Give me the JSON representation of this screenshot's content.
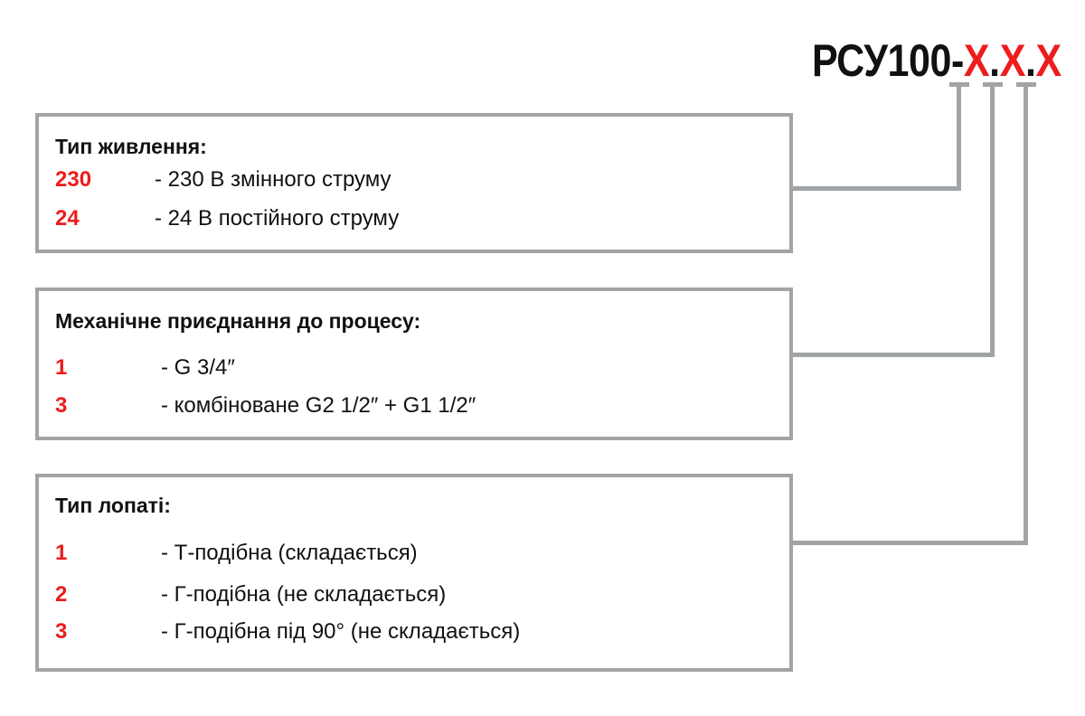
{
  "model": {
    "prefix": "РСУ100-",
    "x1": "X",
    "dot1": ".",
    "x2": "X",
    "dot2": ".",
    "x3": "X"
  },
  "groups": [
    {
      "title": "Тип живлення:",
      "options": [
        {
          "code": "230",
          "desc": "- 230 В змінного струму"
        },
        {
          "code": "24",
          "desc": "- 24 В постійного струму"
        }
      ]
    },
    {
      "title": "Механічне приєднання до процесу:",
      "options": [
        {
          "code": "1",
          "desc": "- G 3/4″"
        },
        {
          "code": "3",
          "desc": "- комбіноване G2 1/2″ + G1 1/2″"
        }
      ]
    },
    {
      "title": "Тип лопаті:",
      "options": [
        {
          "code": "1",
          "desc": "- Т-подібна (складається)"
        },
        {
          "code": "2",
          "desc": "- Г-подібна (не складається)"
        },
        {
          "code": "3",
          "desc": "- Г-подібна під 90° (не складається)"
        }
      ]
    }
  ],
  "colors": {
    "accent": "#ee1c1c",
    "line": "#a0a4a6"
  }
}
